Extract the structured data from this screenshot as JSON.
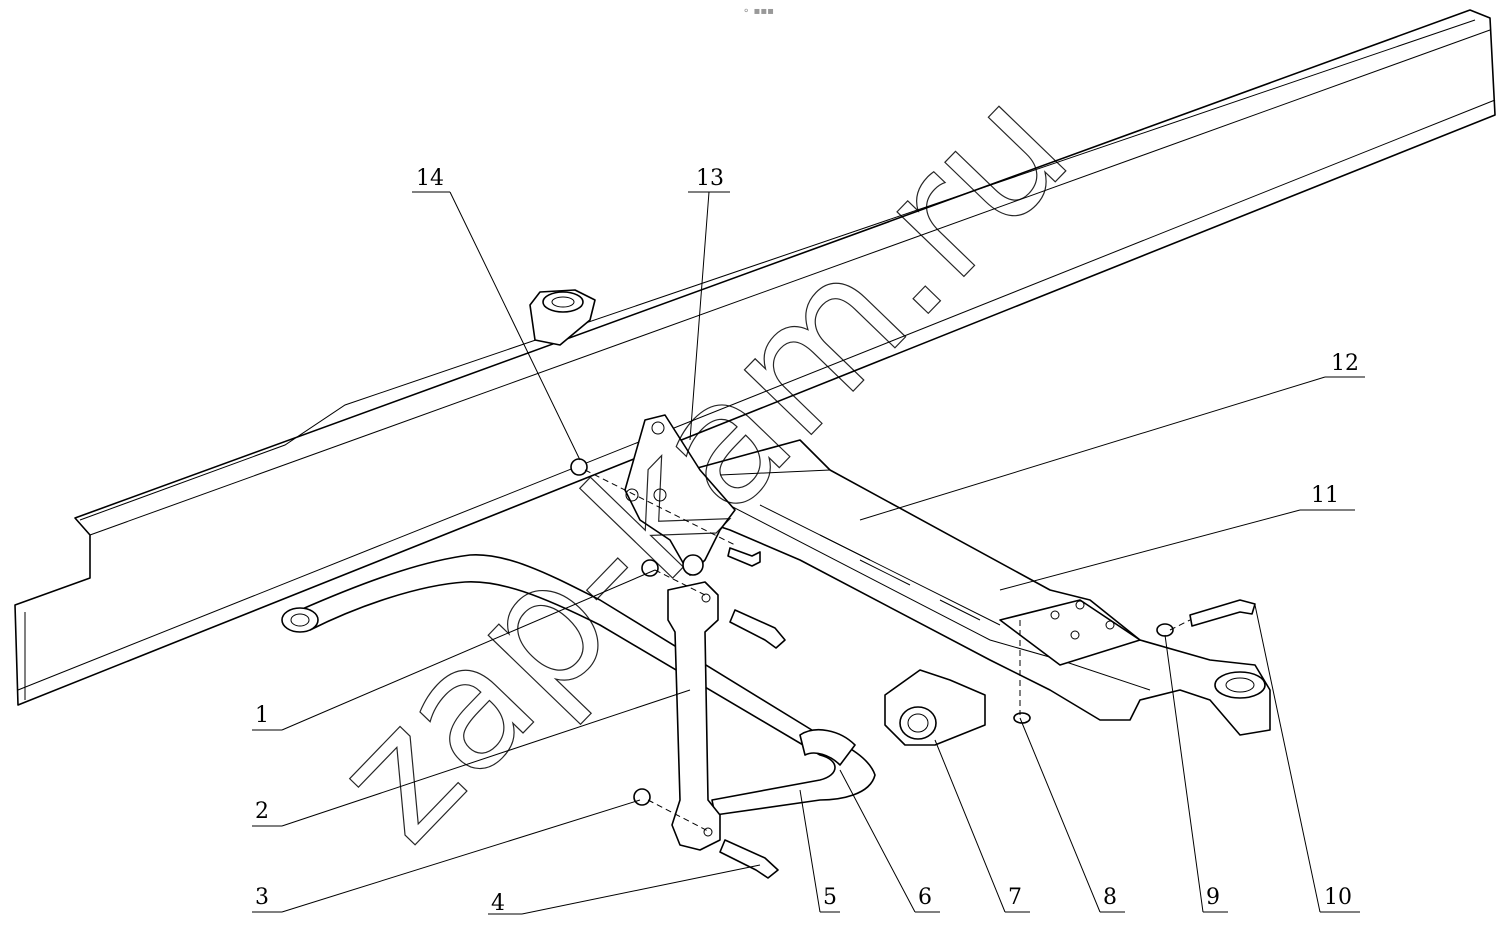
{
  "diagram": {
    "title": "Exploded assembly drawing: stabilizer bar and cross member on frame rail",
    "watermark": "zap-kam.ru",
    "callouts": [
      {
        "label": "1"
      },
      {
        "label": "2"
      },
      {
        "label": "3"
      },
      {
        "label": "4"
      },
      {
        "label": "5"
      },
      {
        "label": "6"
      },
      {
        "label": "7"
      },
      {
        "label": "8"
      },
      {
        "label": "9"
      },
      {
        "label": "10"
      },
      {
        "label": "11"
      },
      {
        "label": "12"
      },
      {
        "label": "13"
      },
      {
        "label": "14"
      }
    ]
  }
}
